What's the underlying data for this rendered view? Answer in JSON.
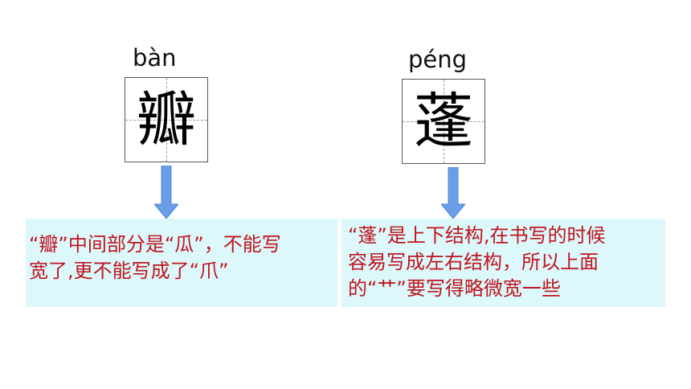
{
  "characters": [
    {
      "pinyin": "bàn",
      "hanzi": "瓣",
      "note_lines": [
        "“瓣”中间部分是“瓜”，不能写",
        "宽了,更不能写成了“爪”"
      ]
    },
    {
      "pinyin": "péng",
      "hanzi": "蓬",
      "note_lines": [
        "“蓬”是上下结构,在书写的时候",
        "容易写成左右结构，所以上面",
        "的“艹”要写得略微宽一些"
      ]
    }
  ],
  "colors": {
    "note_background": "#dcf8fb",
    "note_text": "#c0141d",
    "arrow": "#6a9fe8"
  },
  "icons": [
    "arrow-down-icon",
    "arrow-down-icon"
  ]
}
